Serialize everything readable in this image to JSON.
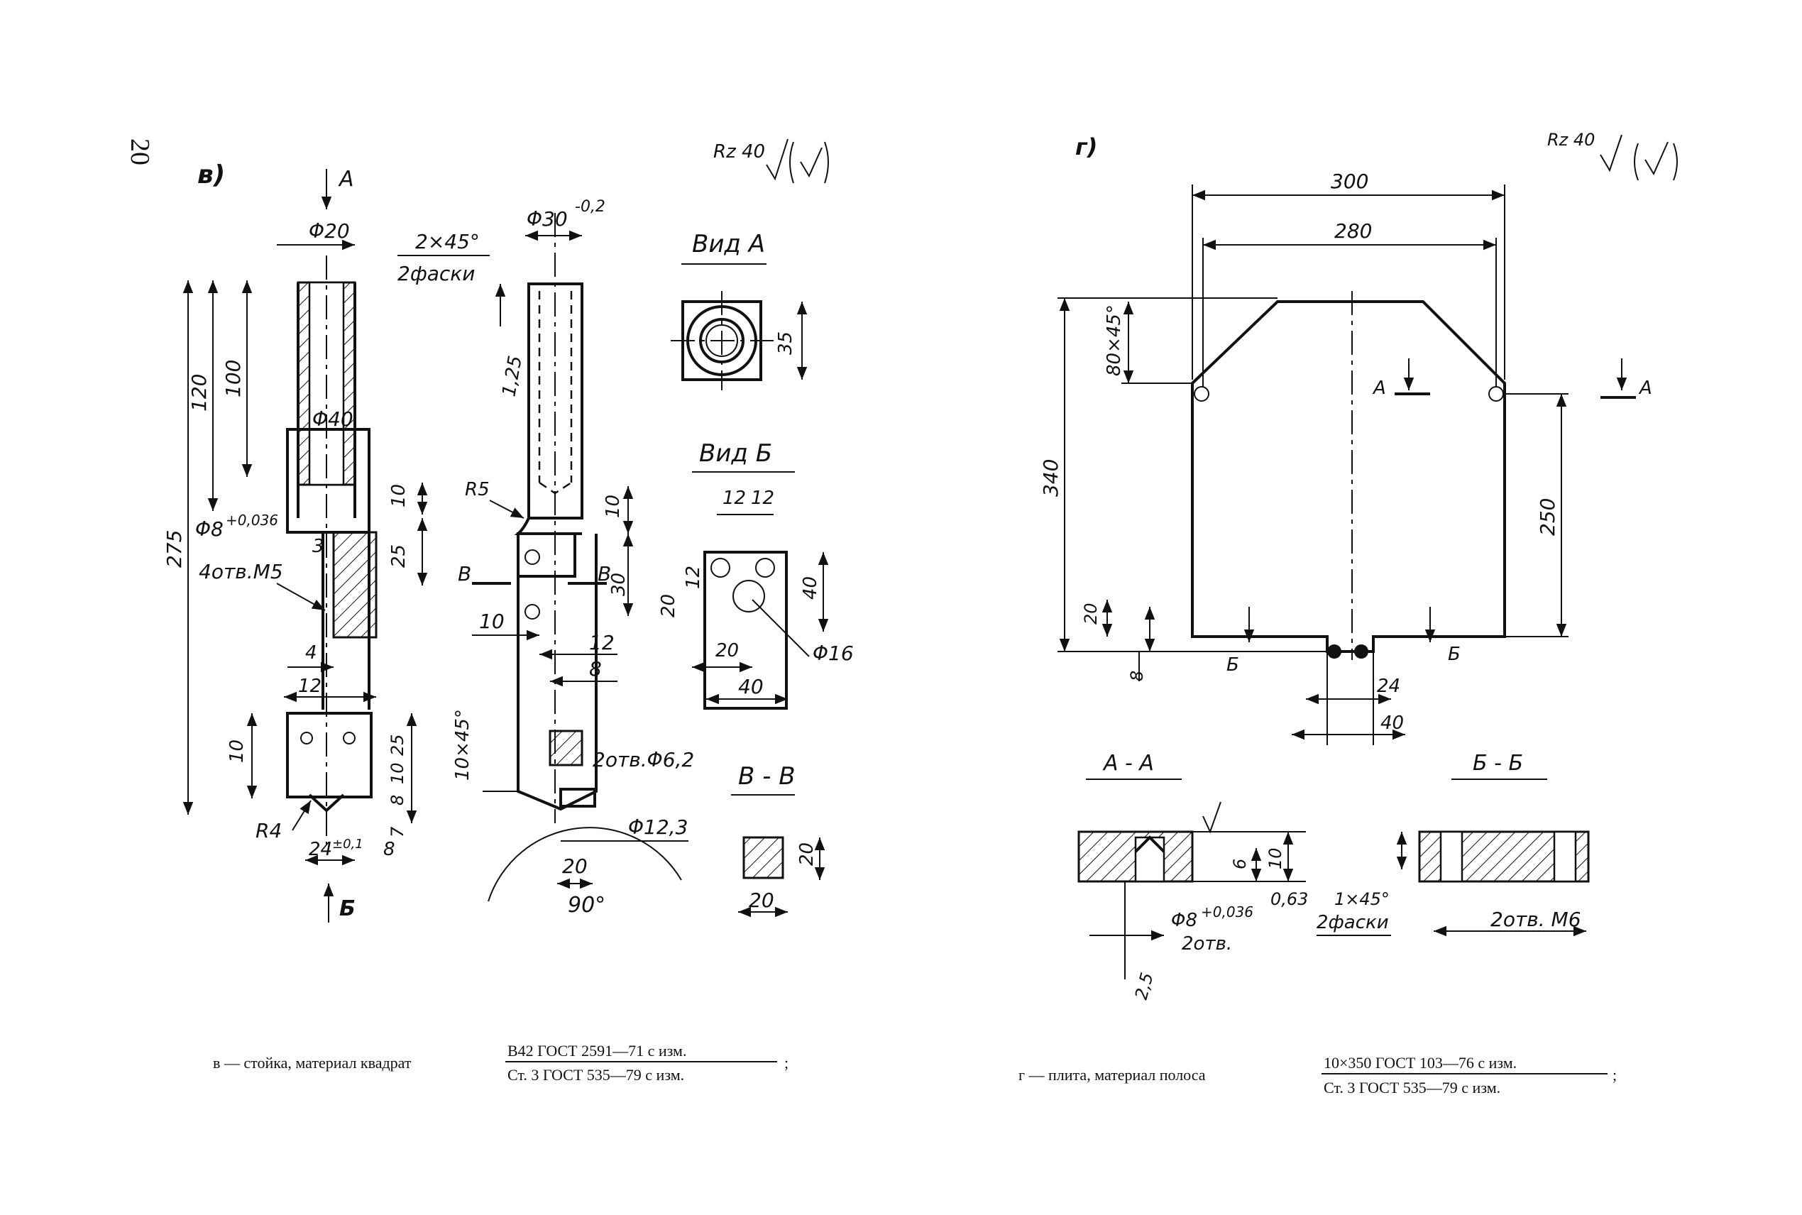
{
  "page_number": "20",
  "left": {
    "panel_label": "в)",
    "roughness": "Rz 40",
    "view_arrow_a": "А",
    "view_arrow_b": "Б",
    "dims": {
      "d20": "Φ20",
      "d40": "Φ40",
      "d30": "Φ30",
      "d30_tol": "-0,2",
      "chamfer": "2×45°",
      "chamfer_count": "2фаски",
      "r125": "1,25",
      "r5": "R5",
      "d8": "Φ8",
      "d8_tol": "+0,036",
      "m5": "4отв.М5",
      "v275": "275",
      "v120": "120",
      "v100": "100",
      "v10a": "10",
      "v25a": "25",
      "v10b": "10",
      "v30": "30",
      "v10c": "10",
      "v25b": "25",
      "v10d": "10",
      "v8": "8",
      "v7": "7",
      "v4": "4",
      "v3": "3",
      "h12a": "12",
      "h12b": "12",
      "h8": "8",
      "h10": "10",
      "c10x45": "10×45°",
      "holes62": "2отв.Φ6,2",
      "d123": "Φ12,3",
      "h20": "20",
      "ang90": "90°",
      "r4": "R4",
      "w24": "24",
      "w24_tol": "±0,1",
      "w8": "8",
      "sec_b1": "В",
      "sec_b2": "В"
    },
    "view_a": {
      "title": "Вид А",
      "dim35": "35"
    },
    "view_b": {
      "title": "Вид Б",
      "d12a": "12",
      "d12b": "12",
      "v12": "12",
      "v20": "20",
      "v40": "40",
      "h20": "20",
      "h40": "40",
      "d16": "Φ16"
    },
    "section_vv": {
      "title": "В - В",
      "v20": "20",
      "h20": "20"
    },
    "caption": {
      "lead": "в — стойка, материал квадрат",
      "num": "В42 ГОСТ 2591—71 с изм.",
      "den": "Ст. 3 ГОСТ 535—79 с изм.",
      "tail": ";"
    }
  },
  "right": {
    "panel_label": "г)",
    "roughness": "Rz 40",
    "dims": {
      "w300": "300",
      "w280": "280",
      "h340": "340",
      "c80": "80×45°",
      "h250": "250",
      "h20": "20",
      "h8": "8",
      "w24": "24",
      "w40": "40",
      "sec_a1": "А",
      "sec_a2": "А",
      "sec_b1": "Б",
      "sec_b2": "Б"
    },
    "section_aa": {
      "title": "А - А",
      "t6": "6",
      "t10": "10",
      "ra": "0,63",
      "d8": "Φ8",
      "d8_tol": "+0,036",
      "holes": "2отв.",
      "ra25": "2,5"
    },
    "section_bb": {
      "title": "Б - Б",
      "chamfer": "1×45°",
      "chamfer_count": "2фаски",
      "holes": "2отв. М6"
    },
    "caption": {
      "lead": "г — плита, материал полоса",
      "num": "10×350 ГОСТ 103—76 с изм.",
      "den": "Ст. 3 ГОСТ 535—79 с изм.",
      "tail": ";"
    }
  }
}
